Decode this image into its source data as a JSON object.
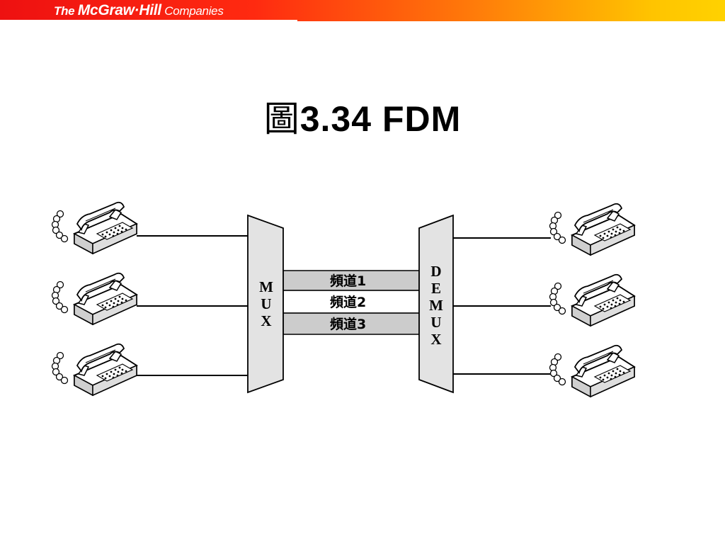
{
  "header": {
    "logo_the": "The ",
    "logo_brand": "McGraw·Hill",
    "logo_companies": " Companies",
    "bar_gradient": [
      "#ee1111",
      "#ff7a0a",
      "#ffd200"
    ]
  },
  "title": {
    "prefix": "圖",
    "text": "3.34  FDM"
  },
  "diagram": {
    "mux_letters": [
      "M",
      "U",
      "X"
    ],
    "demux_letters": [
      "D",
      "E",
      "M",
      "U",
      "X"
    ],
    "channels": [
      {
        "label": "頻道1",
        "fill": "#cccccc"
      },
      {
        "label": "頻道2",
        "fill": "#ffffff"
      },
      {
        "label": "頻道3",
        "fill": "#cccccc"
      }
    ],
    "left_phones": [
      "telephone-icon",
      "telephone-icon",
      "telephone-icon"
    ],
    "right_phones": [
      "telephone-icon",
      "telephone-icon",
      "telephone-icon"
    ]
  }
}
